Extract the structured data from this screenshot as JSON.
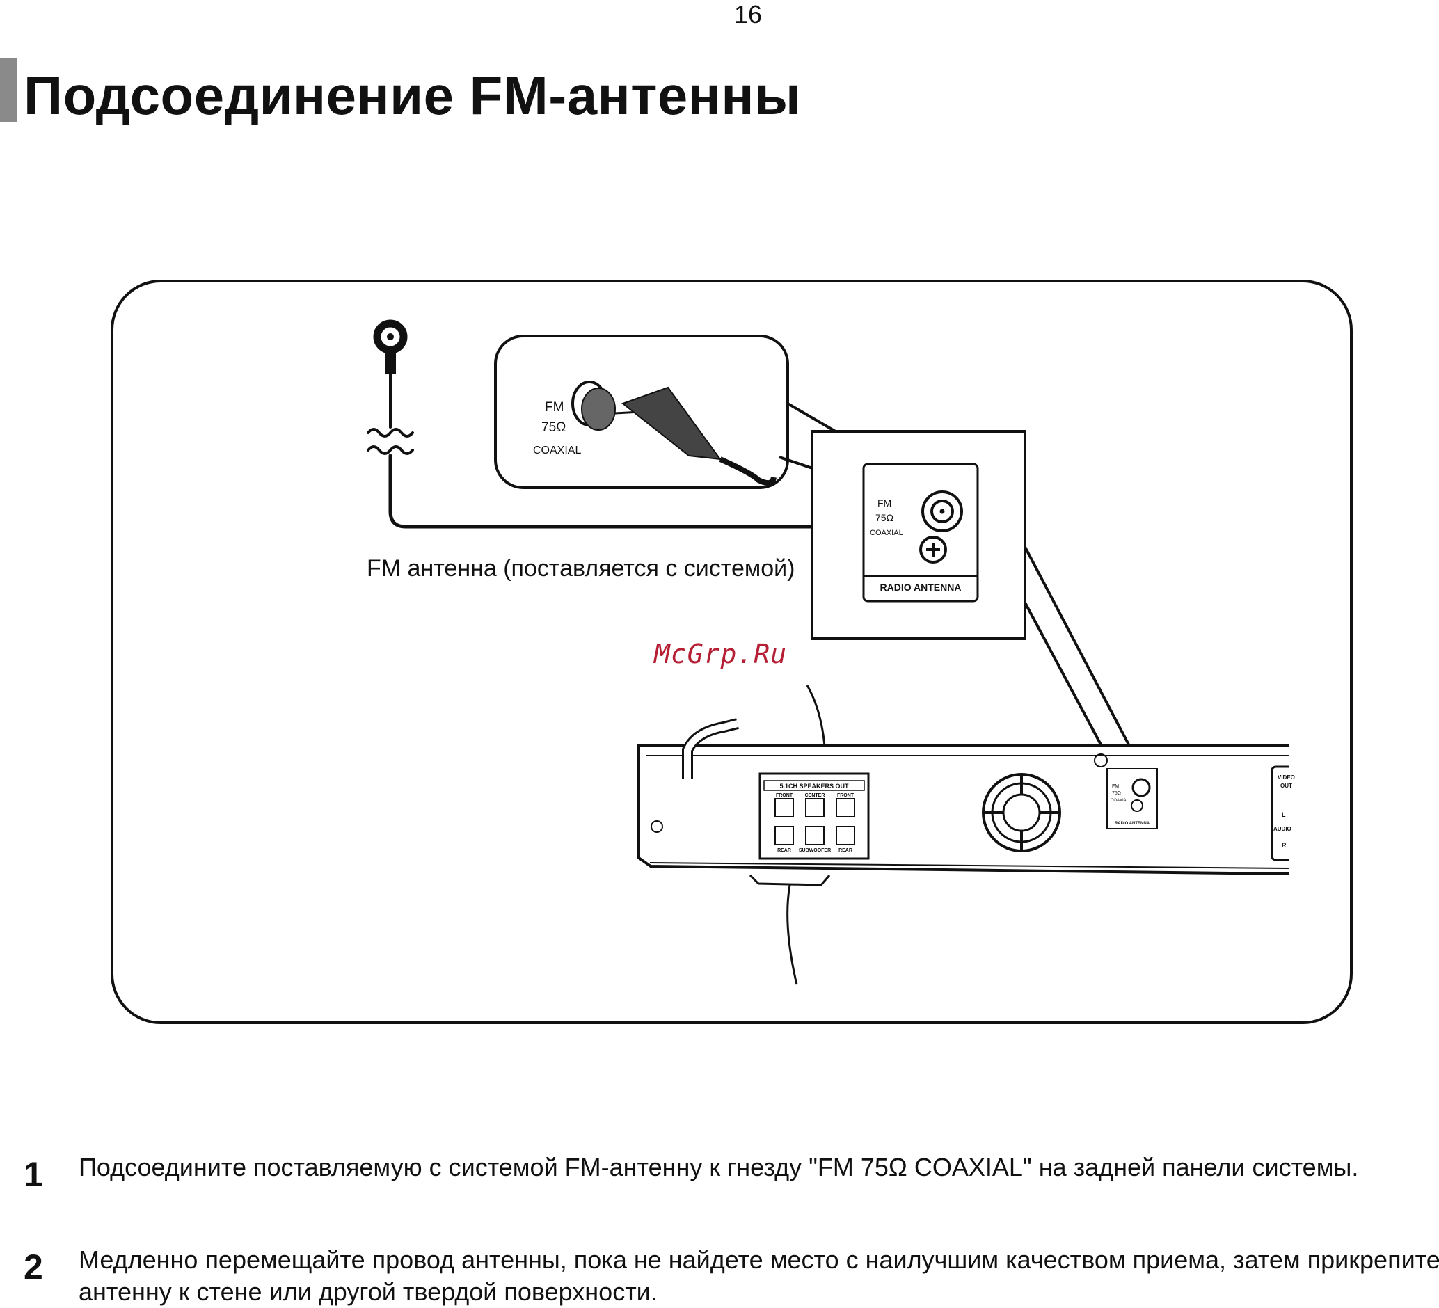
{
  "page_number": "16",
  "title": "Подсоединение FM-антенны",
  "figure": {
    "caption": "FM антенна (поставляется с системой)",
    "jack": {
      "line1": "FM",
      "line2": "75Ω",
      "line3": "COAXIAL"
    },
    "panel_label": "RADIO ANTENNA",
    "unit": {
      "speakers_title": "5.1CH SPEAKERS OUT",
      "front_l": "FRONT",
      "center": "CENTER",
      "front_r": "FRONT",
      "rear_l": "REAR",
      "subwoofer": "SUBWOOFER",
      "rear_r": "REAR",
      "small_fm": "FM",
      "small_75": "75Ω",
      "small_coaxial": "COAXIAL",
      "small_radio": "RADIO ANTENNA",
      "video_out_1": "VIDEO",
      "video_out_2": "OUT",
      "audio": "AUDIO",
      "audio_l": "L",
      "audio_r": "R"
    }
  },
  "watermark": "McGrp.Ru",
  "steps": [
    {
      "number": "1",
      "text": "Подсоедините поставляемую с системой FM-антенну к гнезду \"FM 75Ω COAXIAL\" на задней панели системы."
    },
    {
      "number": "2",
      "text": "Медленно перемещайте провод антенны, пока не найдете место с наилучшим качеством приема, затем прикрепите антенну к стене или другой твердой поверхности."
    }
  ]
}
